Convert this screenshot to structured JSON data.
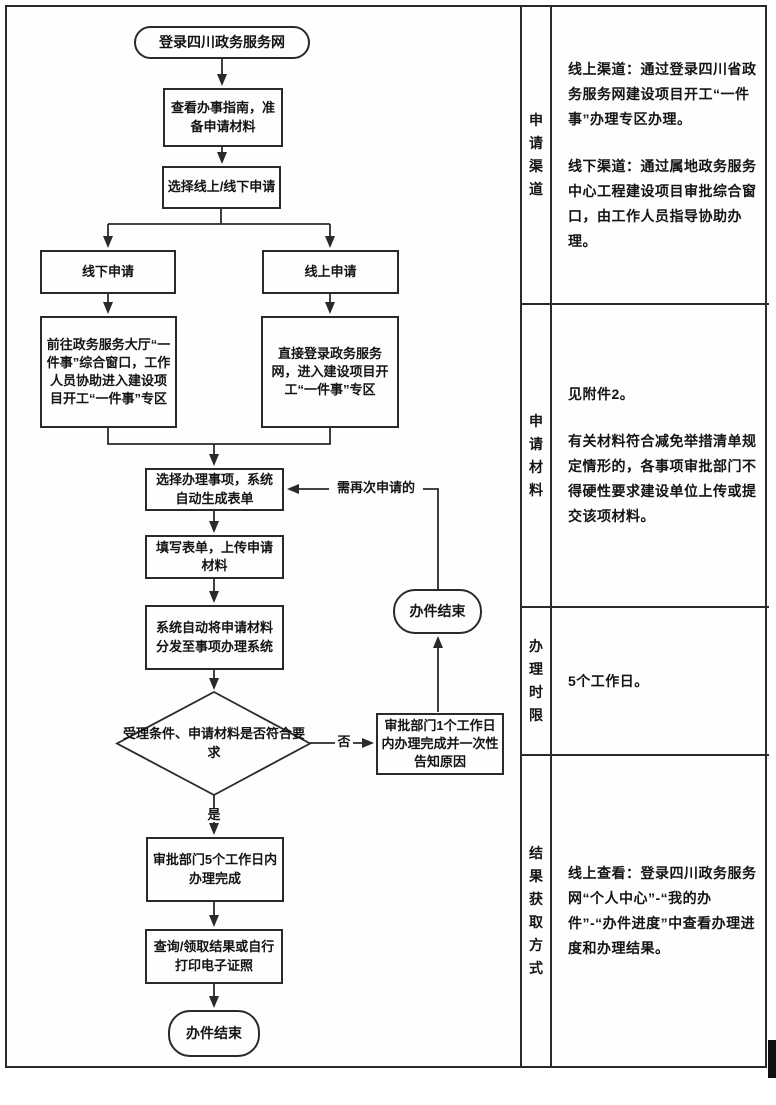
{
  "flowchart": {
    "nodes": {
      "start": "登录四川政务服务网",
      "check_guide": "查看办事指南，准备申请材料",
      "choose_channel": "选择线上/线下申请",
      "offline_apply": "线下申请",
      "online_apply": "线上申请",
      "offline_detail": "前往政务服务大厅“一件事”综合窗口，工作人员协助进入建设项目开工“一件事”专区",
      "online_detail": "直接登录政务服务网，进入建设项目开工“一件事”专区",
      "select_item": "选择办理事项，系统自动生成表单",
      "fill_form": "填写表单，上传申请材料",
      "dispatch": "系统自动将申请材料分发至事项办理系统",
      "decision": "受理条件、申请材料是否符合要求",
      "reject_notice": "审批部门1个工作日内办理完成并一次性告知原因",
      "end_top": "办件结束",
      "approve_5days": "审批部门5个工作日内办理完成",
      "get_result": "查询/领取结果或自行打印电子证照",
      "end_bottom": "办件结束"
    },
    "edge_labels": {
      "reapply": "需再次申请的",
      "no": "否",
      "yes": "是"
    }
  },
  "info_panel": {
    "sections": [
      {
        "label": "申请渠道",
        "paragraphs": [
          "线上渠道：通过登录四川省政务服务网建设项目开工“一件事”办理专区办理。",
          "线下渠道：通过属地政务服务中心工程建设项目审批综合窗口，由工作人员指导协助办理。"
        ]
      },
      {
        "label": "申请材料",
        "paragraphs": [
          "见附件2。",
          "有关材料符合减免举措清单规定情形的，各事项审批部门不得硬性要求建设单位上传或提交该项材料。"
        ]
      },
      {
        "label": "办理时限",
        "paragraphs": [
          "5个工作日。"
        ]
      },
      {
        "label": "结果获取方式",
        "paragraphs": [
          "线上查看：登录四川政务服务网“个人中心”-“我的办件”-“办件进度”中查看办理进度和办理结果。"
        ]
      }
    ]
  },
  "colors": {
    "line": "#2a2a2a",
    "background": "#ffffff"
  }
}
